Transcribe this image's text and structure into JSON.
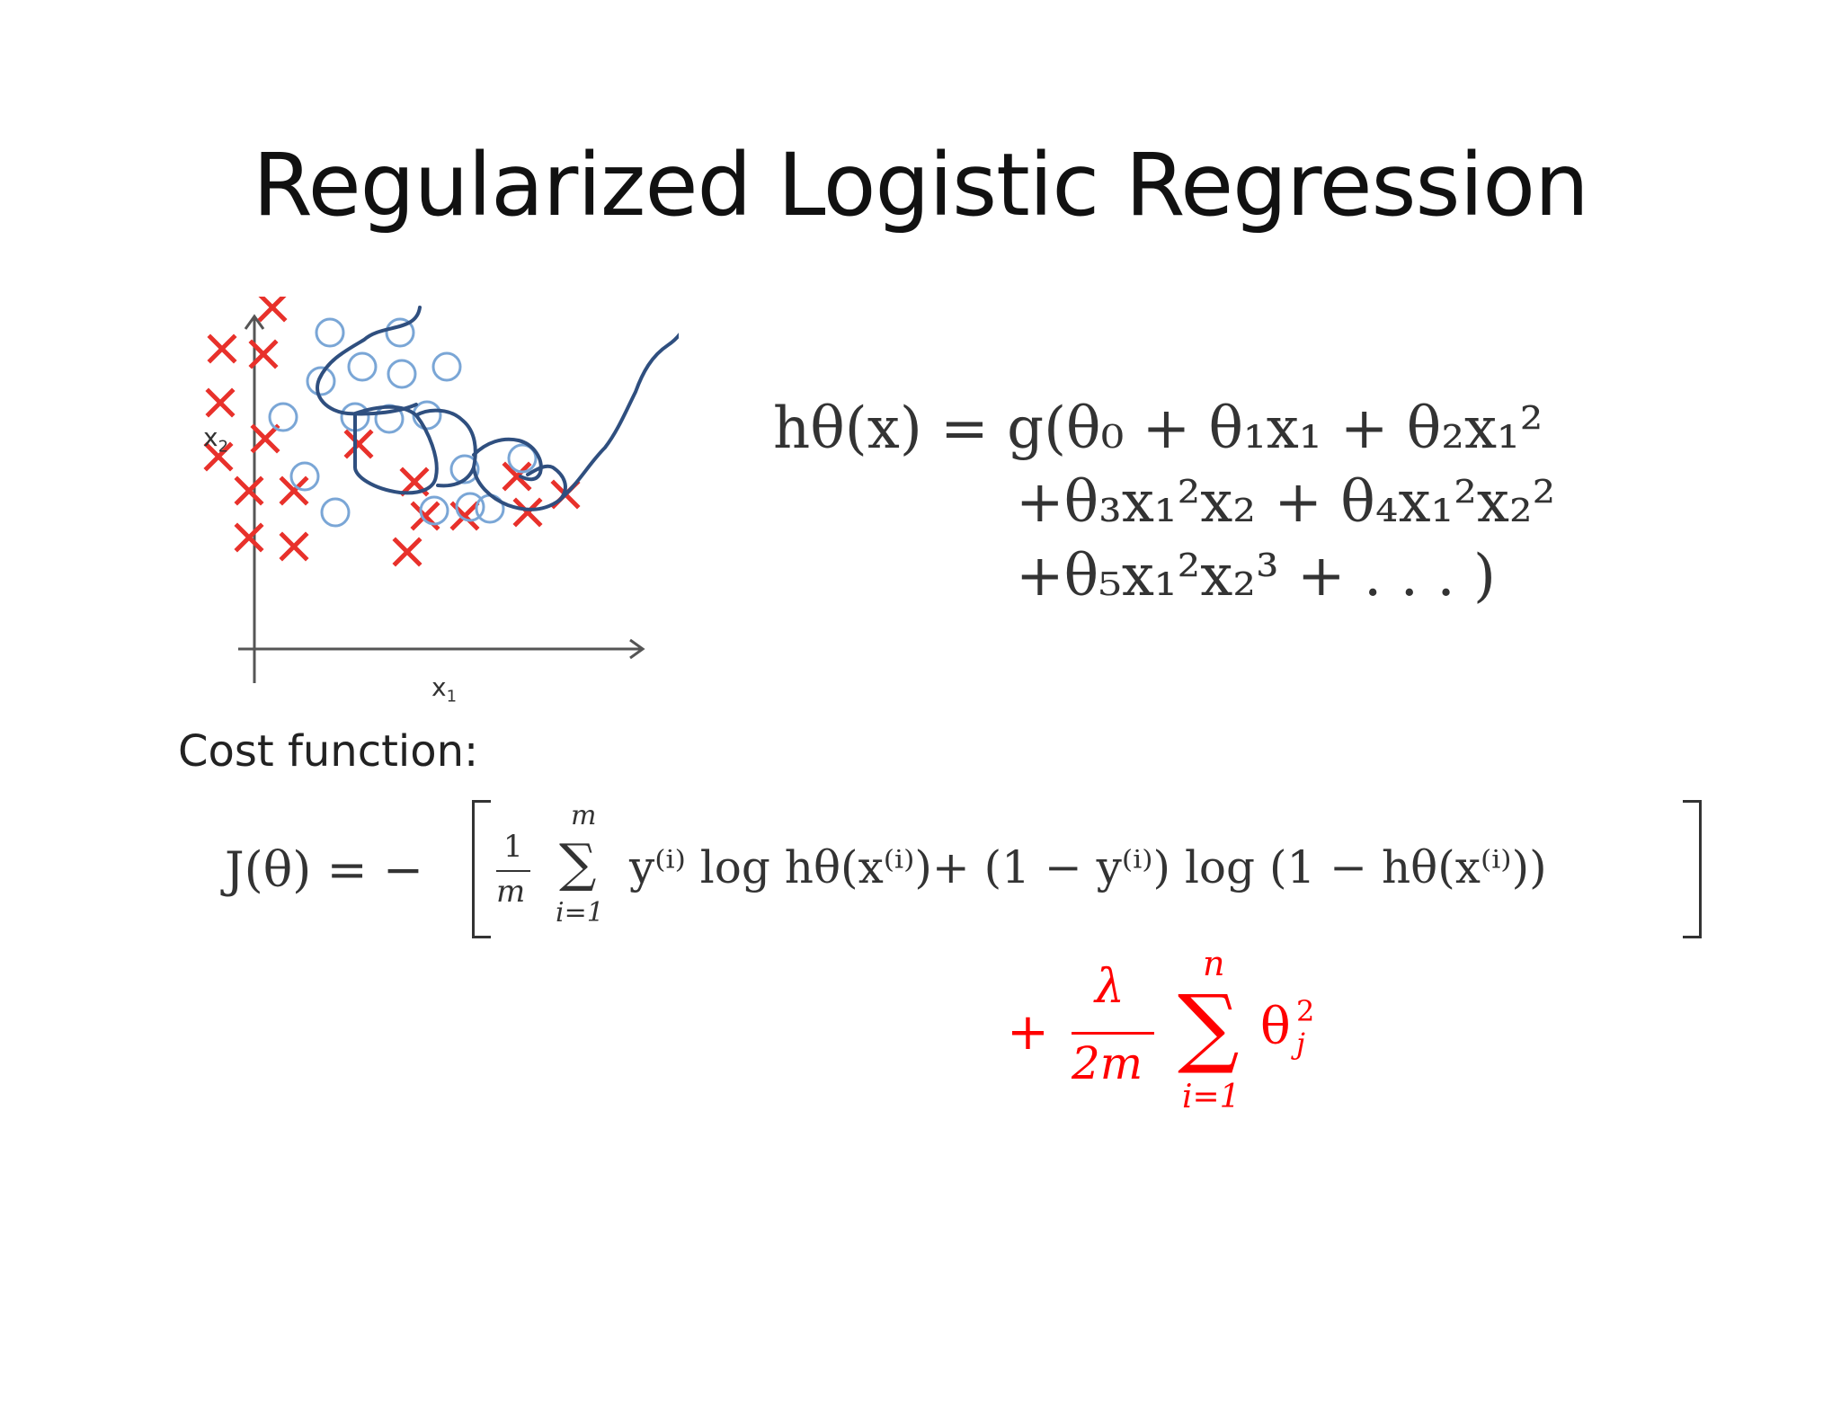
{
  "title": "Regularized Logistic Regression",
  "plot": {
    "x_axis_label": "x",
    "x_axis_sub": "1",
    "y_axis_label": "x",
    "y_axis_sub": "2",
    "cross_color": "#e8312b",
    "circle_color": "#7aa6d6",
    "boundary_color": "#2f4f7f"
  },
  "hypothesis": {
    "line1": "hθ(x) = g(θ₀ + θ₁x₁ + θ₂x₁²",
    "line2": "+θ₃x₁²x₂ + θ₄x₁²x₂²",
    "line3": "+θ₅x₁²x₂³ + . . . )"
  },
  "cost": {
    "label": "Cost function:",
    "lhs": "J(θ) = −",
    "frac_num": "1",
    "frac_den": "m",
    "sum_top": "m",
    "sum_bottom": "i=1",
    "body": "y⁽ⁱ⁾ log hθ(x⁽ⁱ⁾)+ (1 − y⁽ⁱ⁾) log (1 − hθ(x⁽ⁱ⁾))"
  },
  "regularization": {
    "plus": "+",
    "frac_num": "λ",
    "frac_den": "2m",
    "sum_top": "n",
    "sum_bottom": "i=1",
    "term": "θ",
    "term_sup": "2",
    "term_sub": "j",
    "color": "#ff0000"
  }
}
